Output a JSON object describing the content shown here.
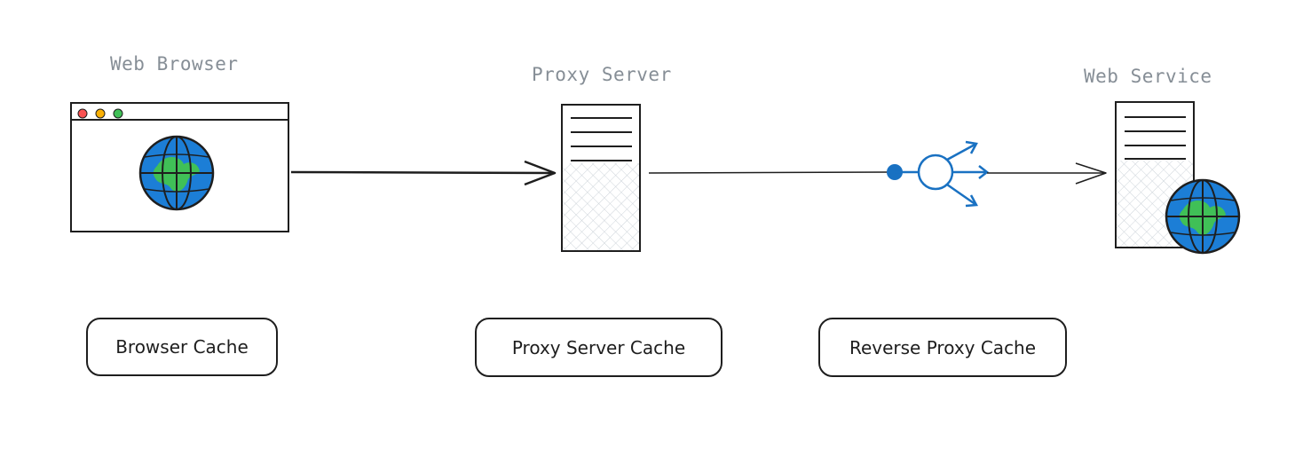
{
  "nodes": {
    "browser": {
      "title": "Web Browser"
    },
    "proxy": {
      "title": "Proxy Server"
    },
    "service": {
      "title": "Web Service"
    }
  },
  "caches": {
    "browser_cache": "Browser Cache",
    "proxy_cache": "Proxy Server Cache",
    "reverse_proxy_cache": "Reverse Proxy Cache"
  },
  "colors": {
    "stroke": "#1e1e1e",
    "label_gray": "#868e96",
    "accent_blue": "#1971c2",
    "globe_blue": "#1c7ed6",
    "globe_land": "#40c057",
    "hatch": "#ced4da",
    "dot_red": "#fa5252",
    "dot_yellow": "#fab005",
    "dot_green": "#40c057"
  },
  "icons": {
    "browser_globe": "globe-icon",
    "service_globe": "globe-icon",
    "reverse_proxy": "load-balancer-icon"
  }
}
